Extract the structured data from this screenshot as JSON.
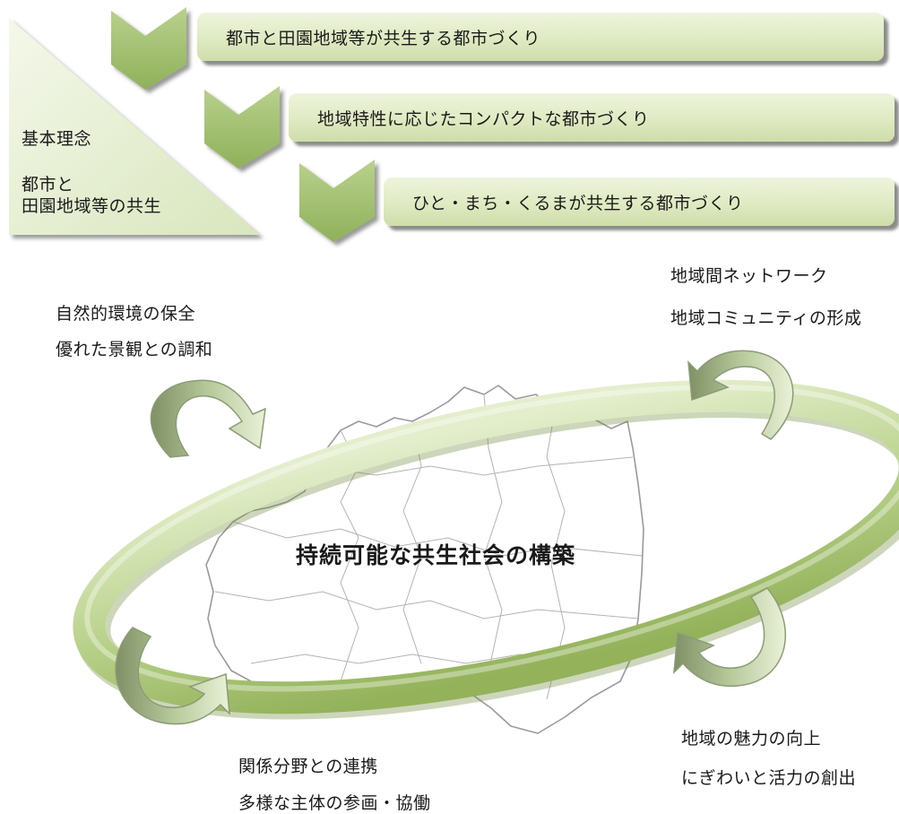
{
  "principle": {
    "title": "基本理念",
    "subtitle_line1": "都市と",
    "subtitle_line2": "田園地域等の共生"
  },
  "steps": [
    "都市と田園地域等が共生する都市づくり",
    "地域特性に応じたコンパクトな都市づくり",
    "ひと・まち・くるまが共生する都市づくり"
  ],
  "center": {
    "title": "持続可能な共生社会の構築"
  },
  "corners": {
    "top_left": [
      "自然的環境の保全",
      "優れた景観との調和"
    ],
    "top_right": [
      "地域間ネットワーク",
      "地域コミュニティの形成"
    ],
    "bottom_left": [
      "関係分野との連携",
      "多様な主体の参画・協働"
    ],
    "bottom_right": [
      "地域の魅力の向上",
      "にぎわいと活力の創出"
    ]
  },
  "colors": {
    "banner_light": "#eef4dc",
    "banner_dark": "#cfdda9",
    "chevron": "#a8c37a",
    "ring": "#b7cf8a",
    "arrow_dark": "#8a9a6e",
    "arrow_light": "#e6efd0"
  }
}
